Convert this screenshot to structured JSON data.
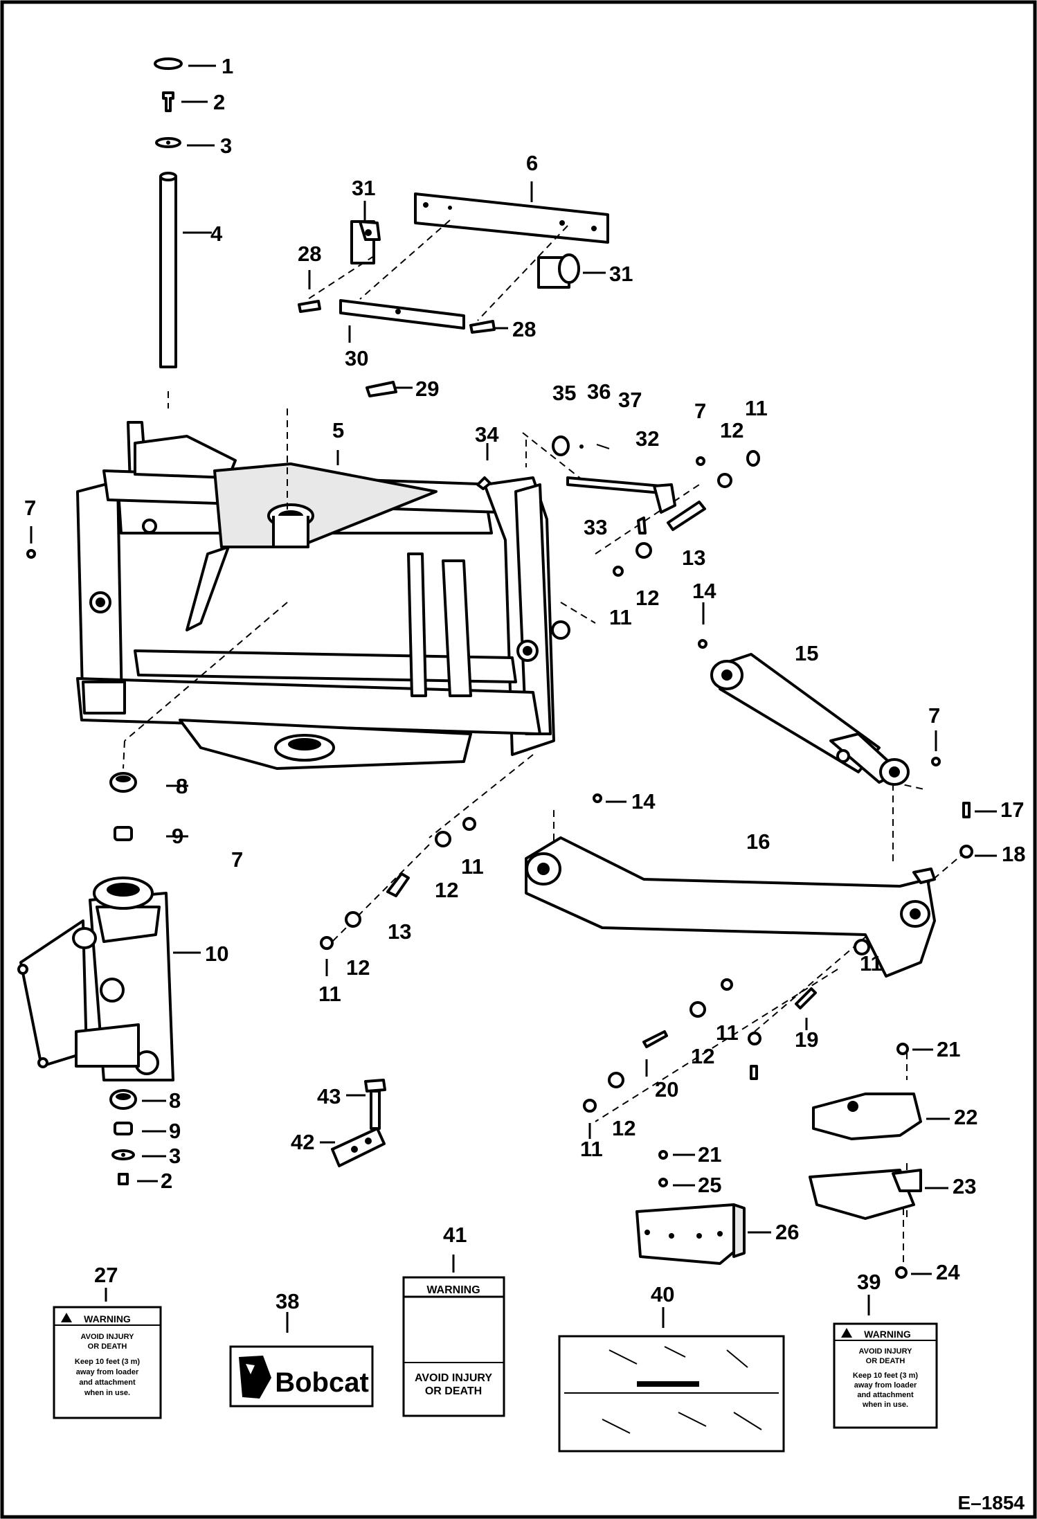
{
  "figure_id": "E–1854",
  "callouts": [
    "1",
    "2",
    "3",
    "4",
    "28",
    "31",
    "6",
    "31",
    "28",
    "30",
    "29",
    "5",
    "34",
    "35",
    "36",
    "37",
    "32",
    "7",
    "12",
    "11",
    "7",
    "33",
    "13",
    "12",
    "11",
    "14",
    "15",
    "7",
    "14",
    "8",
    "9",
    "7",
    "11",
    "12",
    "13",
    "12",
    "11",
    "16",
    "17",
    "18",
    "10",
    "11",
    "12",
    "20",
    "19",
    "21",
    "8",
    "9",
    "3",
    "2",
    "43",
    "42",
    "22",
    "21",
    "25",
    "26",
    "23",
    "24",
    "27",
    "41",
    "38",
    "40",
    "39",
    "11",
    "12",
    "11"
  ],
  "decals": {
    "warning_small_left": {
      "header": "WARNING",
      "line1": "AVOID INJURY",
      "line2": "OR DEATH",
      "body": [
        "Keep 10 feet (3 m)",
        "away from loader",
        "and attachment",
        "when in use."
      ]
    },
    "warning_tall": {
      "header": "WARNING",
      "line1": "AVOID INJURY",
      "line2": "OR DEATH"
    },
    "warning_small_right": {
      "header": "WARNING",
      "line1": "AVOID INJURY",
      "line2": "OR DEATH",
      "body": [
        "Keep 10 feet (3 m)",
        "away from loader",
        "and attachment",
        "when in use."
      ]
    },
    "brand": {
      "name": "Bobcat"
    }
  }
}
